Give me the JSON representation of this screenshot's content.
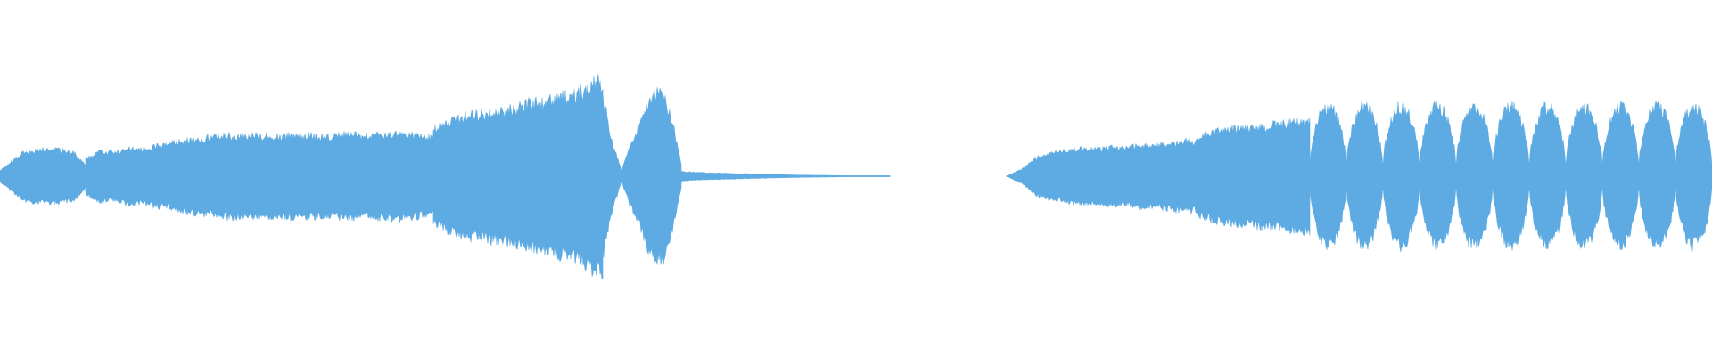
{
  "waveform": {
    "color": "#5dabe2",
    "background": "#ffffff",
    "amplitude_scale": 1.0,
    "segments": [
      {
        "start": 0.0,
        "end": 0.05,
        "envelope": [
          0.05,
          0.12,
          0.2,
          0.22,
          0.23,
          0.23,
          0.22,
          0.2,
          0.1
        ]
      },
      {
        "start": 0.05,
        "end": 0.1,
        "envelope": [
          0.15,
          0.22,
          0.2,
          0.24,
          0.23,
          0.26,
          0.27
        ]
      },
      {
        "start": 0.1,
        "end": 0.253,
        "envelope": [
          0.29,
          0.31,
          0.33,
          0.35,
          0.36,
          0.35,
          0.34,
          0.36,
          0.35,
          0.34,
          0.36,
          0.35,
          0.36,
          0.37,
          0.35,
          0.33
        ]
      },
      {
        "start": 0.253,
        "end": 0.3,
        "envelope": [
          0.4,
          0.47,
          0.52,
          0.54,
          0.55,
          0.58
        ]
      },
      {
        "start": 0.3,
        "end": 0.352,
        "envelope": [
          0.58,
          0.62,
          0.63,
          0.64,
          0.66,
          0.68,
          0.7,
          0.74,
          0.8,
          0.84
        ]
      },
      {
        "start": 0.352,
        "end": 0.363,
        "envelope": [
          0.7,
          0.3,
          0.05
        ]
      },
      {
        "start": 0.363,
        "end": 0.398,
        "envelope": [
          0.05,
          0.25,
          0.4,
          0.6,
          0.73,
          0.7,
          0.45,
          0.1
        ]
      },
      {
        "start": 0.398,
        "end": 0.52,
        "envelope": [
          0.04,
          0.03,
          0.025,
          0.02,
          0.015,
          0.01,
          0.008,
          0.005,
          0.003,
          0.001
        ]
      },
      {
        "start": 0.588,
        "end": 0.7,
        "envelope": [
          0.0,
          0.06,
          0.16,
          0.2,
          0.22,
          0.24,
          0.23,
          0.25,
          0.24,
          0.27,
          0.26,
          0.28,
          0.3,
          0.3
        ]
      },
      {
        "start": 0.7,
        "end": 0.765,
        "envelope": [
          0.33,
          0.38,
          0.4,
          0.41,
          0.42,
          0.43,
          0.44,
          0.45,
          0.46,
          0.48
        ]
      },
      {
        "start": 0.765,
        "end": 1.0,
        "pulses": 11,
        "peak": 0.6,
        "trough": 0.08
      }
    ]
  }
}
